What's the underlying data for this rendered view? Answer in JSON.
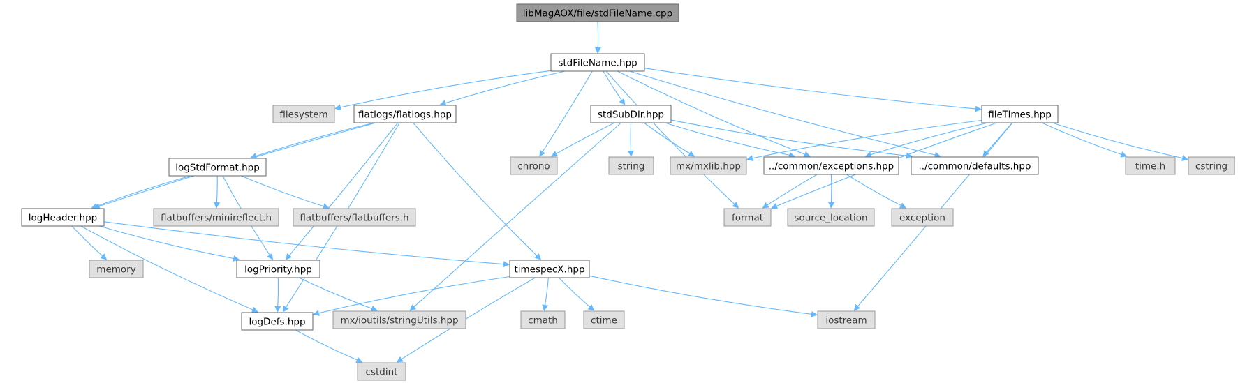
{
  "title": "libMagAOX/file/stdFileName.cpp",
  "colors": {
    "edge": "#63b8ff",
    "root_fill": "#999999",
    "root_border": "#666666",
    "doc_fill": "#ffffff",
    "doc_border": "#666666",
    "ext_fill": "#e0e0e0",
    "ext_border": "#999999"
  },
  "nodes": [
    {
      "id": "root",
      "label": "libMagAOX/file/stdFileName.cpp",
      "kind": "root"
    },
    {
      "id": "stdFileName",
      "label": "stdFileName.hpp",
      "kind": "doc"
    },
    {
      "id": "filesystem",
      "label": "filesystem",
      "kind": "ext"
    },
    {
      "id": "flatlogs",
      "label": "flatlogs/flatlogs.hpp",
      "kind": "doc"
    },
    {
      "id": "stdSubDir",
      "label": "stdSubDir.hpp",
      "kind": "doc"
    },
    {
      "id": "fileTimes",
      "label": "fileTimes.hpp",
      "kind": "doc"
    },
    {
      "id": "logStdFormat",
      "label": "logStdFormat.hpp",
      "kind": "doc"
    },
    {
      "id": "chrono",
      "label": "chrono",
      "kind": "ext"
    },
    {
      "id": "string",
      "label": "string",
      "kind": "ext"
    },
    {
      "id": "mxlib",
      "label": "mx/mxlib.hpp",
      "kind": "ext"
    },
    {
      "id": "exceptions",
      "label": "../common/exceptions.hpp",
      "kind": "doc"
    },
    {
      "id": "defaults",
      "label": "../common/defaults.hpp",
      "kind": "doc"
    },
    {
      "id": "timeh",
      "label": "time.h",
      "kind": "ext"
    },
    {
      "id": "cstring",
      "label": "cstring",
      "kind": "ext"
    },
    {
      "id": "logHeader",
      "label": "logHeader.hpp",
      "kind": "doc"
    },
    {
      "id": "minireflect",
      "label": "flatbuffers/minireflect.h",
      "kind": "ext"
    },
    {
      "id": "flatbuffers",
      "label": "flatbuffers/flatbuffers.h",
      "kind": "ext"
    },
    {
      "id": "format",
      "label": "format",
      "kind": "ext"
    },
    {
      "id": "source_location",
      "label": "source_location",
      "kind": "ext"
    },
    {
      "id": "exception",
      "label": "exception",
      "kind": "ext"
    },
    {
      "id": "memory",
      "label": "memory",
      "kind": "ext"
    },
    {
      "id": "logPriority",
      "label": "logPriority.hpp",
      "kind": "doc"
    },
    {
      "id": "timespecX",
      "label": "timespecX.hpp",
      "kind": "doc"
    },
    {
      "id": "logDefs",
      "label": "logDefs.hpp",
      "kind": "doc"
    },
    {
      "id": "stringUtils",
      "label": "mx/ioutils/stringUtils.hpp",
      "kind": "ext"
    },
    {
      "id": "cmath",
      "label": "cmath",
      "kind": "ext"
    },
    {
      "id": "ctime",
      "label": "ctime",
      "kind": "ext"
    },
    {
      "id": "iostream",
      "label": "iostream",
      "kind": "ext"
    },
    {
      "id": "cstdint",
      "label": "cstdint",
      "kind": "ext"
    }
  ],
  "edges": [
    [
      "root",
      "stdFileName"
    ],
    [
      "stdFileName",
      "filesystem"
    ],
    [
      "stdFileName",
      "flatlogs"
    ],
    [
      "stdFileName",
      "format"
    ],
    [
      "stdFileName",
      "chrono"
    ],
    [
      "stdFileName",
      "stdSubDir"
    ],
    [
      "stdFileName",
      "exceptions"
    ],
    [
      "stdFileName",
      "defaults"
    ],
    [
      "stdFileName",
      "fileTimes"
    ],
    [
      "flatlogs",
      "logStdFormat"
    ],
    [
      "flatlogs",
      "logHeader"
    ],
    [
      "flatlogs",
      "logPriority"
    ],
    [
      "flatlogs",
      "timespecX"
    ],
    [
      "flatlogs",
      "logDefs"
    ],
    [
      "stdSubDir",
      "chrono"
    ],
    [
      "stdSubDir",
      "string"
    ],
    [
      "stdSubDir",
      "mxlib"
    ],
    [
      "stdSubDir",
      "exceptions"
    ],
    [
      "stdSubDir",
      "defaults"
    ],
    [
      "stdSubDir",
      "stringUtils"
    ],
    [
      "fileTimes",
      "mxlib"
    ],
    [
      "fileTimes",
      "exceptions"
    ],
    [
      "fileTimes",
      "defaults"
    ],
    [
      "fileTimes",
      "timeh"
    ],
    [
      "fileTimes",
      "cstring"
    ],
    [
      "fileTimes",
      "format"
    ],
    [
      "fileTimes",
      "iostream"
    ],
    [
      "logStdFormat",
      "logHeader"
    ],
    [
      "logStdFormat",
      "minireflect"
    ],
    [
      "logStdFormat",
      "flatbuffers"
    ],
    [
      "logStdFormat",
      "logPriority"
    ],
    [
      "exceptions",
      "format"
    ],
    [
      "exceptions",
      "source_location"
    ],
    [
      "exceptions",
      "exception"
    ],
    [
      "logHeader",
      "memory"
    ],
    [
      "logHeader",
      "logPriority"
    ],
    [
      "logHeader",
      "timespecX"
    ],
    [
      "logHeader",
      "logDefs"
    ],
    [
      "logPriority",
      "logDefs"
    ],
    [
      "logPriority",
      "stringUtils"
    ],
    [
      "timespecX",
      "logDefs"
    ],
    [
      "timespecX",
      "cmath"
    ],
    [
      "timespecX",
      "ctime"
    ],
    [
      "timespecX",
      "iostream"
    ],
    [
      "timespecX",
      "cstdint"
    ],
    [
      "logDefs",
      "cstdint"
    ]
  ]
}
